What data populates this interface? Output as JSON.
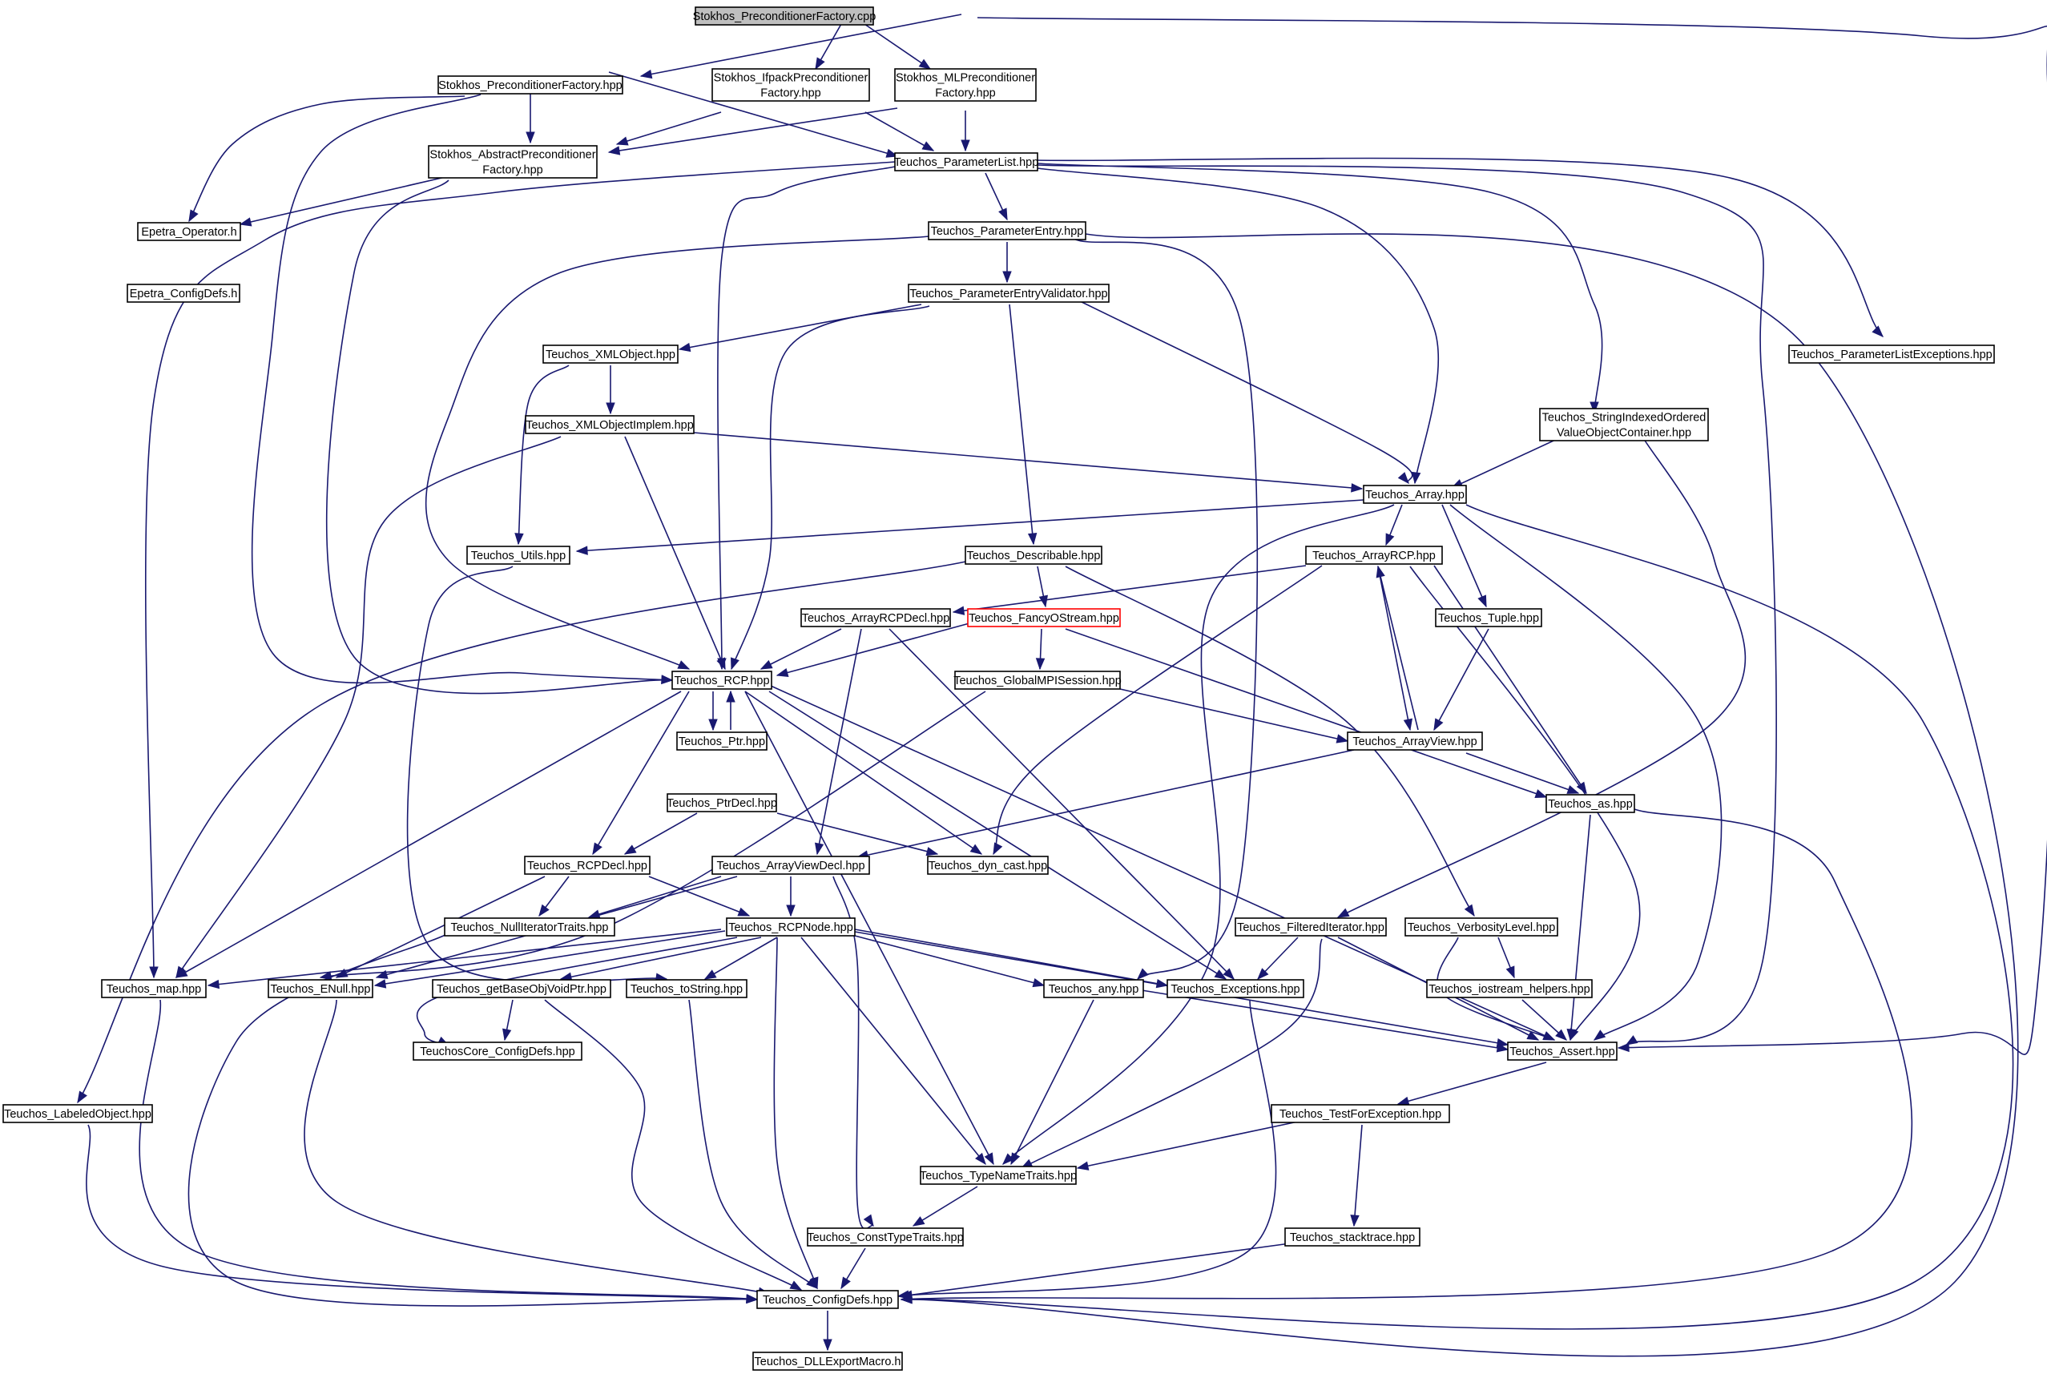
{
  "colors": {
    "edge": "#191970",
    "node_border": "#000000",
    "root_fill": "#bfbfbf",
    "highlight_border": "#ff0000",
    "background": "#ffffff"
  },
  "nodes": [
    {
      "id": "root",
      "lines": [
        "Stokhos_PreconditionerFactory.cpp"
      ],
      "root": true
    },
    {
      "id": "spf",
      "lines": [
        "Stokhos_PreconditionerFactory.hpp"
      ]
    },
    {
      "id": "sipf",
      "lines": [
        "Stokhos_IfpackPreconditioner",
        "Factory.hpp"
      ]
    },
    {
      "id": "smlpf",
      "lines": [
        "Stokhos_MLPreconditioner",
        "Factory.hpp"
      ]
    },
    {
      "id": "sapf",
      "lines": [
        "Stokhos_AbstractPreconditioner",
        "Factory.hpp"
      ]
    },
    {
      "id": "tpl",
      "lines": [
        "Teuchos_ParameterList.hpp"
      ]
    },
    {
      "id": "eop",
      "lines": [
        "Epetra_Operator.h"
      ]
    },
    {
      "id": "ecd",
      "lines": [
        "Epetra_ConfigDefs.h"
      ]
    },
    {
      "id": "tpe",
      "lines": [
        "Teuchos_ParameterEntry.hpp"
      ]
    },
    {
      "id": "tpev",
      "lines": [
        "Teuchos_ParameterEntryValidator.hpp"
      ]
    },
    {
      "id": "txo",
      "lines": [
        "Teuchos_XMLObject.hpp"
      ]
    },
    {
      "id": "tple",
      "lines": [
        "Teuchos_ParameterListExceptions.hpp"
      ]
    },
    {
      "id": "txoi",
      "lines": [
        "Teuchos_XMLObjectImplem.hpp"
      ]
    },
    {
      "id": "tsio",
      "lines": [
        "Teuchos_StringIndexedOrdered",
        "ValueObjectContainer.hpp"
      ]
    },
    {
      "id": "tarr",
      "lines": [
        "Teuchos_Array.hpp"
      ]
    },
    {
      "id": "tut",
      "lines": [
        "Teuchos_Utils.hpp"
      ]
    },
    {
      "id": "tdesc",
      "lines": [
        "Teuchos_Describable.hpp"
      ]
    },
    {
      "id": "tarcp",
      "lines": [
        "Teuchos_ArrayRCP.hpp"
      ]
    },
    {
      "id": "tarcpd",
      "lines": [
        "Teuchos_ArrayRCPDecl.hpp"
      ]
    },
    {
      "id": "tfos",
      "lines": [
        "Teuchos_FancyOStream.hpp"
      ],
      "highlight": true
    },
    {
      "id": "ttup",
      "lines": [
        "Teuchos_Tuple.hpp"
      ]
    },
    {
      "id": "trcp",
      "lines": [
        "Teuchos_RCP.hpp"
      ]
    },
    {
      "id": "tgmpi",
      "lines": [
        "Teuchos_GlobalMPISession.hpp"
      ]
    },
    {
      "id": "tptr",
      "lines": [
        "Teuchos_Ptr.hpp"
      ]
    },
    {
      "id": "tav",
      "lines": [
        "Teuchos_ArrayView.hpp"
      ]
    },
    {
      "id": "tptrd",
      "lines": [
        "Teuchos_PtrDecl.hpp"
      ]
    },
    {
      "id": "tas",
      "lines": [
        "Teuchos_as.hpp"
      ]
    },
    {
      "id": "trcpd",
      "lines": [
        "Teuchos_RCPDecl.hpp"
      ]
    },
    {
      "id": "tavd",
      "lines": [
        "Teuchos_ArrayViewDecl.hpp"
      ]
    },
    {
      "id": "tdyn",
      "lines": [
        "Teuchos_dyn_cast.hpp"
      ]
    },
    {
      "id": "tnit",
      "lines": [
        "Teuchos_NullIteratorTraits.hpp"
      ]
    },
    {
      "id": "trcpn",
      "lines": [
        "Teuchos_RCPNode.hpp"
      ]
    },
    {
      "id": "tfi",
      "lines": [
        "Teuchos_FilteredIterator.hpp"
      ]
    },
    {
      "id": "tvl",
      "lines": [
        "Teuchos_VerbosityLevel.hpp"
      ]
    },
    {
      "id": "tmap",
      "lines": [
        "Teuchos_map.hpp"
      ]
    },
    {
      "id": "tenull",
      "lines": [
        "Teuchos_ENull.hpp"
      ]
    },
    {
      "id": "tgbo",
      "lines": [
        "Teuchos_getBaseObjVoidPtr.hpp"
      ]
    },
    {
      "id": "tts",
      "lines": [
        "Teuchos_toString.hpp"
      ]
    },
    {
      "id": "tany",
      "lines": [
        "Teuchos_any.hpp"
      ]
    },
    {
      "id": "texc",
      "lines": [
        "Teuchos_Exceptions.hpp"
      ]
    },
    {
      "id": "tioh",
      "lines": [
        "Teuchos_iostream_helpers.hpp"
      ]
    },
    {
      "id": "tccd",
      "lines": [
        "TeuchosCore_ConfigDefs.hpp"
      ]
    },
    {
      "id": "tassert",
      "lines": [
        "Teuchos_Assert.hpp"
      ]
    },
    {
      "id": "tlo",
      "lines": [
        "Teuchos_LabeledObject.hpp"
      ]
    },
    {
      "id": "ttfe",
      "lines": [
        "Teuchos_TestForException.hpp"
      ]
    },
    {
      "id": "ttnt",
      "lines": [
        "Teuchos_TypeNameTraits.hpp"
      ]
    },
    {
      "id": "tctt",
      "lines": [
        "Teuchos_ConstTypeTraits.hpp"
      ]
    },
    {
      "id": "tst",
      "lines": [
        "Teuchos_stacktrace.hpp"
      ]
    },
    {
      "id": "tcd",
      "lines": [
        "Teuchos_ConfigDefs.hpp"
      ]
    },
    {
      "id": "tdll",
      "lines": [
        "Teuchos_DLLExportMacro.h"
      ]
    }
  ]
}
